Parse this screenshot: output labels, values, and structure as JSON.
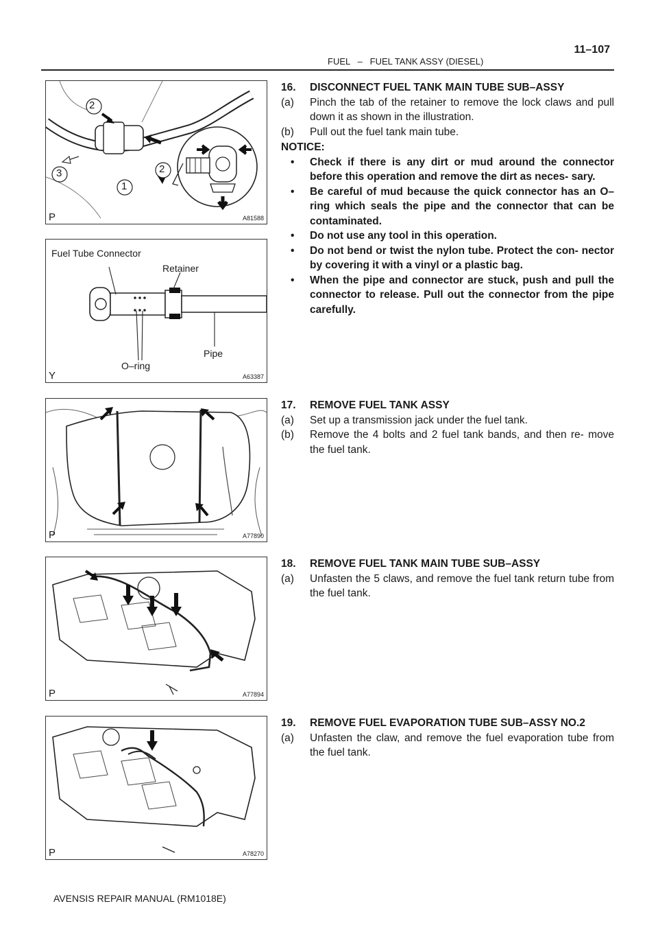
{
  "header": {
    "section": "FUEL",
    "dash": "–",
    "subsection": "FUEL TANK ASSY (DIESEL)",
    "page_number": "11–107"
  },
  "footer": {
    "text": "AVENSIS REPAIR MANUAL   (RM1018E)"
  },
  "figures": [
    {
      "letter": "P",
      "code": "A81588",
      "callouts": [
        "2",
        "2",
        "3",
        "1"
      ]
    },
    {
      "letter": "Y",
      "code": "A63387",
      "labels": [
        "Fuel Tube Connector",
        "Retainer",
        "O–ring",
        "Pipe"
      ]
    },
    {
      "letter": "P",
      "code": "A77890"
    },
    {
      "letter": "P",
      "code": "A77894"
    },
    {
      "letter": "P",
      "code": "A78270"
    }
  ],
  "steps": [
    {
      "num": "16.",
      "title": "DISCONNECT FUEL TANK MAIN TUBE SUB–ASSY",
      "substeps": [
        {
          "lbl": "(a)",
          "text": "Pinch the tab of the retainer to remove the lock claws and pull down it as shown in the illustration."
        },
        {
          "lbl": "(b)",
          "text": "Pull out the fuel tank main tube."
        }
      ],
      "notice_title": "NOTICE:",
      "bullets": [
        "Check if there is any dirt or mud around the connector before this operation and remove the dirt as neces- sary.",
        "Be careful of mud because the quick connector has an O–ring which seals the pipe and the connector that can be contaminated.",
        "Do not use any tool in this operation.",
        "Do not bend or twist the nylon tube. Protect the con- nector by covering it with a vinyl or a plastic bag.",
        "When the pipe and connector are stuck, push and pull the connector to release. Pull out the connector from the pipe carefully."
      ]
    },
    {
      "num": "17.",
      "title": "REMOVE FUEL TANK ASSY",
      "substeps": [
        {
          "lbl": "(a)",
          "text": "Set up a transmission jack under the fuel tank."
        },
        {
          "lbl": "(b)",
          "text": "Remove the 4 bolts and 2 fuel tank bands, and then re- move the fuel tank."
        }
      ]
    },
    {
      "num": "18.",
      "title": "REMOVE FUEL TANK MAIN TUBE SUB–ASSY",
      "substeps": [
        {
          "lbl": "(a)",
          "text": "Unfasten the 5 claws, and remove the fuel tank return tube from the fuel tank."
        }
      ]
    },
    {
      "num": "19.",
      "title": "REMOVE FUEL EVAPORATION TUBE SUB–ASSY NO.2",
      "substeps": [
        {
          "lbl": "(a)",
          "text": "Unfasten the claw, and remove the fuel evaporation tube from the fuel tank."
        }
      ]
    }
  ],
  "bullet_char": "•"
}
